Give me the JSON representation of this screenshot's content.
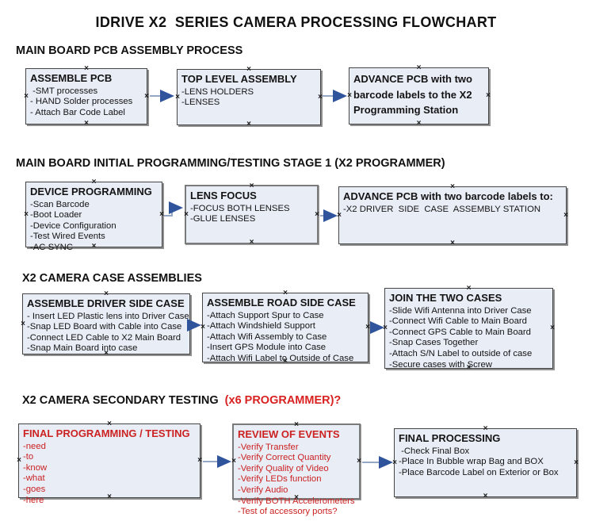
{
  "meta": {
    "anchor_glyph": "×",
    "colors": {
      "box_fill": "#e8edf6",
      "box_border": "#454545",
      "red_text": "#cc2222",
      "heading_red": "#d92121",
      "arrow_line": "#94a7c6",
      "arrow_head": "#2f549c"
    }
  },
  "title": "IDRIVE X2  SERIES CAMERA PROCESSING FLOWCHART",
  "sections": [
    {
      "heading": "MAIN BOARD PCB ASSEMBLY PROCESS",
      "boxes": [
        {
          "title": "ASSEMBLE PCB",
          "items": [
            " -SMT processes",
            "- HAND Solder processes",
            "- Attach Bar Code Label"
          ]
        },
        {
          "title": "TOP LEVEL ASSEMBLY",
          "items": [
            "-LENS HOLDERS",
            "-LENSES"
          ]
        },
        {
          "title": "ADVANCE PCB with two barcode labels to the  X2 Programming Station",
          "items": []
        }
      ]
    },
    {
      "heading": "MAIN BOARD INITIAL PROGRAMMING/TESTING STAGE 1 (X2 PROGRAMMER)",
      "boxes": [
        {
          "title": "DEVICE PROGRAMMING",
          "items": [
            "-Scan Barcode",
            "-Boot Loader",
            "-Device Configuration",
            "-Test Wired Events",
            "-AC SYNC"
          ]
        },
        {
          "title": "LENS FOCUS",
          "items": [
            "-FOCUS BOTH LENSES",
            "-GLUE LENSES"
          ]
        },
        {
          "title": "ADVANCE PCB with two barcode labels to:",
          "items": [
            "-X2 DRIVER  SIDE  CASE  ASSEMBLY STATION"
          ]
        }
      ]
    },
    {
      "heading": "X2 CAMERA CASE ASSEMBLIES",
      "boxes": [
        {
          "title": "ASSEMBLE DRIVER SIDE CASE",
          "items": [
            "- Insert LED Plastic lens into Driver Case",
            "-Snap LED Board with Cable into Case",
            "-Connect LED Cable to X2 Main Board",
            "-Snap Main Board into case"
          ]
        },
        {
          "title": "ASSEMBLE ROAD SIDE CASE",
          "items": [
            "-Attach Support Spur to Case",
            "-Attach Windshield Support",
            "-Attach Wifi Assembly to Case",
            "-Insert GPS Module into Case",
            "-Attach Wifi Label to Outside of Case"
          ]
        },
        {
          "title": "JOIN THE TWO CASES",
          "items": [
            "-Slide Wifi Antenna into Driver Case",
            "-Connect Wifi Cable to Main Board",
            "-Connect GPS Cable to Main Board",
            "-Snap Cases Together",
            "-Attach S/N Label to outside of case",
            "-Secure cases with Screw"
          ]
        }
      ]
    },
    {
      "heading": "X2 CAMERA SECONDARY TESTING  ",
      "heading_suffix": "(x6 PROGRAMMER)?",
      "boxes": [
        {
          "title": "FINAL PROGRAMMING / TESTING",
          "items": [
            "-need",
            "-to",
            "-know",
            "-what",
            "-goes",
            "-here"
          ]
        },
        {
          "title": "REVIEW OF EVENTS",
          "items": [
            "-Verify Transfer",
            "-Verify Correct Quantity",
            "-Verify Quality of Video",
            "-Verify LEDs function",
            "-Verify Audio",
            "-Verify BOTH Accelerometers",
            "-Test of accessory ports?"
          ]
        },
        {
          "title": "FINAL PROCESSING",
          "items": [
            " -Check Final Box",
            "-Place In Bubble wrap Bag and BOX",
            "-Place Barcode Label on Exterior or Box"
          ]
        }
      ]
    }
  ]
}
